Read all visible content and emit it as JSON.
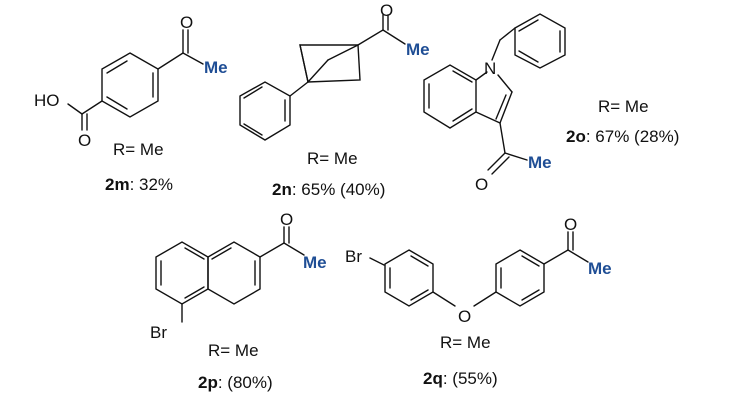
{
  "atoms": {
    "O": "O",
    "HO": "HO",
    "N": "N",
    "Br": "Br",
    "Me": "Me"
  },
  "accent_color": "#1f4e95",
  "compounds": [
    {
      "id": "2m",
      "r_label": "R= Me",
      "yield": ": 32%"
    },
    {
      "id": "2n",
      "r_label": "R= Me",
      "yield": ": 65% (40%)"
    },
    {
      "id": "2o",
      "r_label": "R= Me",
      "yield": ": 67% (28%)"
    },
    {
      "id": "2p",
      "r_label": "R= Me",
      "yield": ": (80%)"
    },
    {
      "id": "2q",
      "r_label": "R= Me",
      "yield": ": (55%)"
    }
  ]
}
